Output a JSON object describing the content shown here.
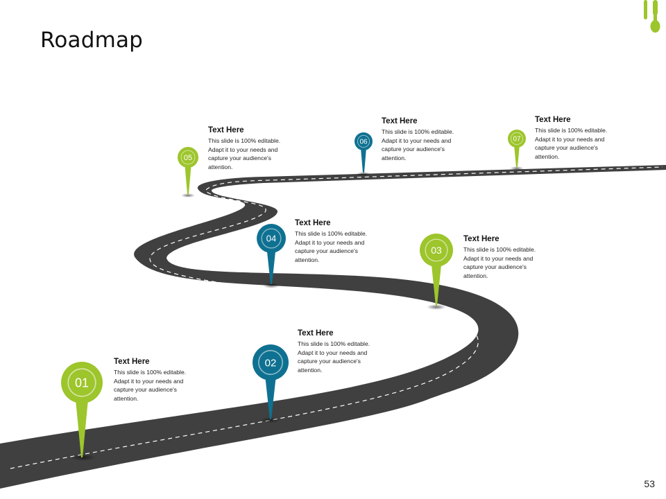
{
  "slide": {
    "title": "Roadmap",
    "page_number": "53"
  },
  "colors": {
    "green": "#9dc52c",
    "teal": "#0f7191",
    "road": "#404040"
  },
  "milestones": [
    {
      "num": "01",
      "color": "green",
      "title": "Text Here",
      "body": "This slide is 100% editable. Adapt it to your needs and capture your audience's attention."
    },
    {
      "num": "02",
      "color": "teal",
      "title": "Text Here",
      "body": "This slide is 100% editable. Adapt it to your needs and capture your audience's attention."
    },
    {
      "num": "03",
      "color": "green",
      "title": "Text Here",
      "body": "This slide is 100% editable. Adapt it to your needs and capture your audience's attention."
    },
    {
      "num": "04",
      "color": "teal",
      "title": "Text Here",
      "body": "This slide is 100% editable. Adapt it to your needs and capture your audience's attention."
    },
    {
      "num": "05",
      "color": "green",
      "title": "Text Here",
      "body": "This slide is 100% editable. Adapt it to your needs and capture your audience's attention."
    },
    {
      "num": "06",
      "color": "teal",
      "title": "Text Here",
      "body": "This slide is 100% editable. Adapt it to your needs and capture your audience's attention."
    },
    {
      "num": "07",
      "color": "green",
      "title": "Text Here",
      "body": "This slide is 100% editable. Adapt it to your needs and capture your audience's attention."
    }
  ]
}
